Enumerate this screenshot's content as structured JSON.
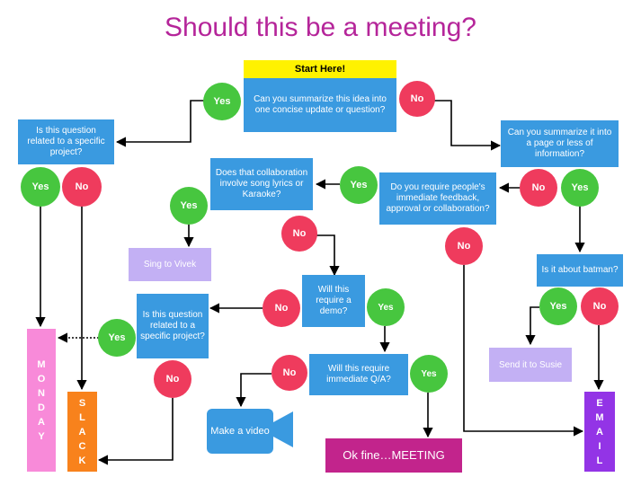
{
  "title": "Should this be a meeting?",
  "start_label": "Start Here!",
  "nodes": {
    "q_summarize": "Can you summarize this idea into one concise update or question?",
    "q_specific_project": "Is this question related to a specific project?",
    "q_page": "Can you summarize it into a page or less of information?",
    "q_lyrics": "Does that collaboration involve song lyrics or Karaoke?",
    "q_feedback": "Do you require people's immediate feedback, approval or collaboration?",
    "q_demo": "Will this require a demo?",
    "q_specific2": "Is this question related to a specific project?",
    "q_qa": "Will this require immediate Q/A?",
    "q_batman": "Is it about batman?"
  },
  "outcomes": {
    "sing": "Sing to Vivek",
    "susie": "Send it to Susie",
    "video": "Make a video",
    "meeting": "Ok fine…MEETING",
    "monday": [
      "M",
      "O",
      "N",
      "D",
      "A",
      "Y"
    ],
    "slack": [
      "S",
      "L",
      "A",
      "C",
      "K"
    ],
    "email": [
      "E",
      "M",
      "A",
      "I",
      "L"
    ]
  },
  "yes": "Yes",
  "no": "No",
  "colors": {
    "title": "#b5259a",
    "box": "#3a9ae0",
    "yes": "#47c63f",
    "no": "#ef3b5d",
    "start": "#fff200",
    "monday": "#f88ad9",
    "slack": "#f8821c",
    "email": "#9334e6",
    "meeting": "#c2248c",
    "lavender": "#c3b0f4"
  }
}
